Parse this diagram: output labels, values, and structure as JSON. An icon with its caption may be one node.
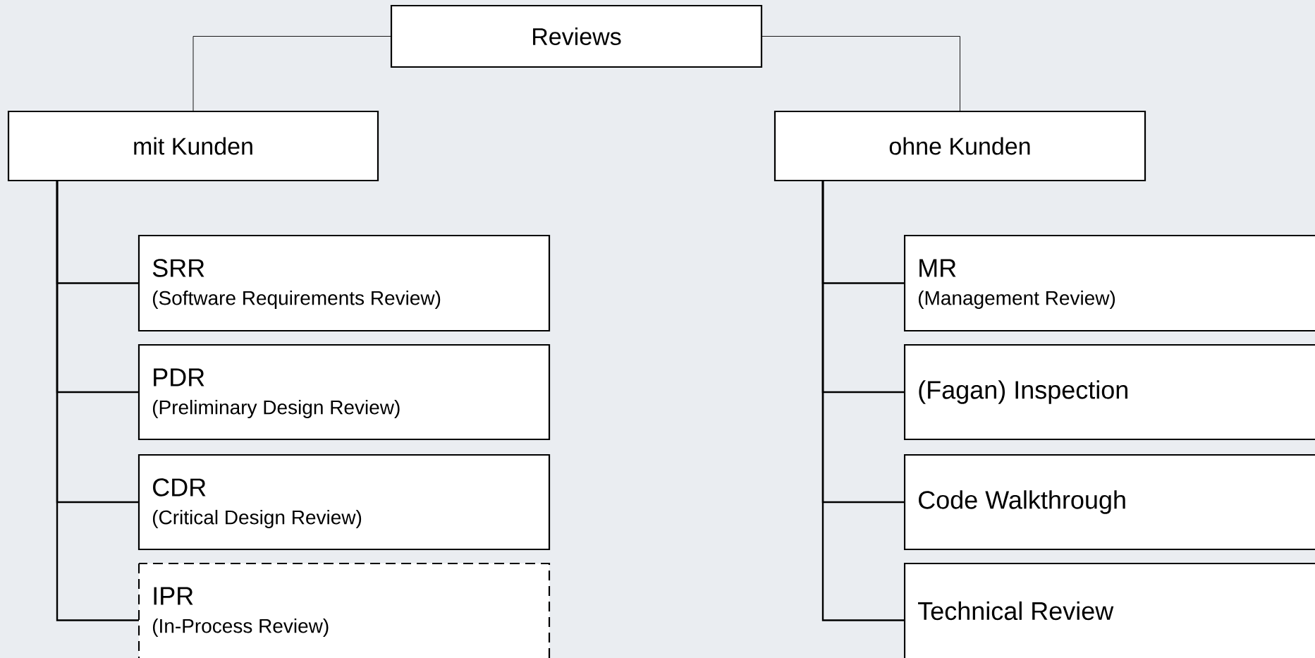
{
  "diagram": {
    "nodes": [
      {
        "text": [
          "Reviews"
        ]
      },
      {
        "text": [
          "mit Kunden"
        ]
      },
      {
        "text": [
          "ohne Kunden"
        ]
      },
      {
        "text": [
          "SRR",
          "(Software Requirements Review)"
        ]
      },
      {
        "text": [
          "PDR",
          "(Preliminary Design Review)"
        ]
      },
      {
        "text": [
          "CDR",
          "(Critical Design Review)"
        ]
      },
      {
        "text": [
          "IPR",
          "(In-Process Review)"
        ]
      },
      {
        "text": [
          "MR",
          "(Management Review)"
        ]
      },
      {
        "text": [
          "(Fagan) Inspection"
        ]
      },
      {
        "text": [
          "Code Walkthrough"
        ]
      },
      {
        "text": [
          "Technical Review"
        ]
      }
    ],
    "edges": [
      {
        "from": 0,
        "to": 1,
        "arrow": "none"
      },
      {
        "from": 0,
        "to": 2,
        "arrow": "none"
      },
      {
        "from": 1,
        "to": 3,
        "arrow": "none"
      },
      {
        "from": 1,
        "to": 4,
        "arrow": "none"
      },
      {
        "from": 1,
        "to": 5,
        "arrow": "none"
      },
      {
        "from": 1,
        "to": 6,
        "arrow": "none"
      },
      {
        "from": 2,
        "to": 7,
        "arrow": "none"
      },
      {
        "from": 2,
        "to": 8,
        "arrow": "none"
      },
      {
        "from": 2,
        "to": 9,
        "arrow": "none"
      },
      {
        "from": 2,
        "to": 10,
        "arrow": "none"
      }
    ]
  }
}
